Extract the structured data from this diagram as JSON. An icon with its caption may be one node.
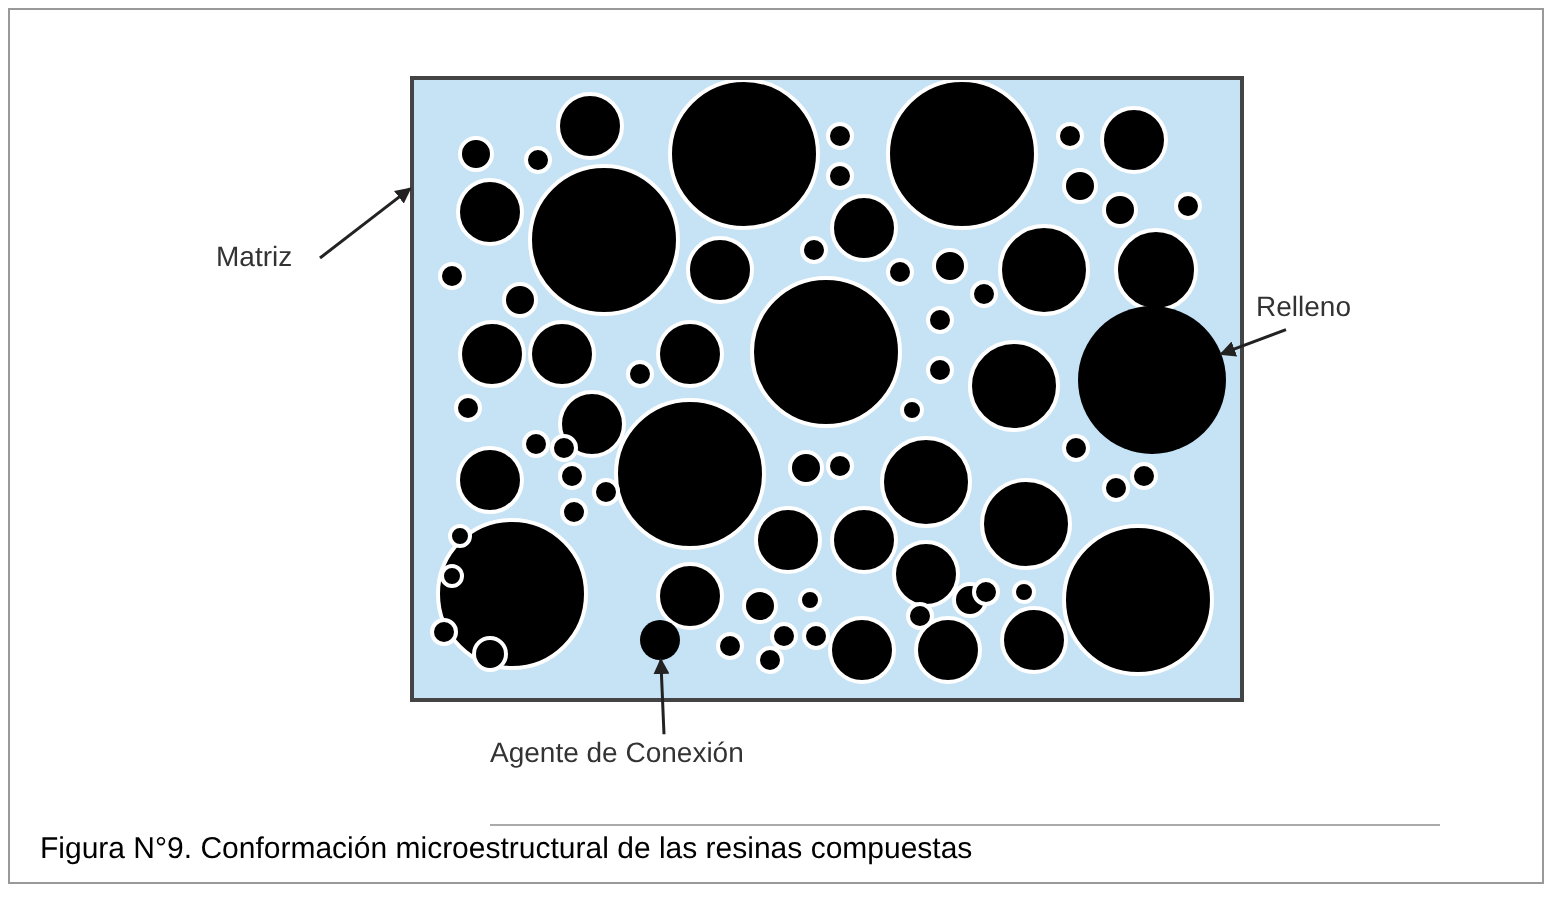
{
  "diagram": {
    "caption": "Figura N°9.  Conformación microestructural de las resinas compuestas",
    "nodes": [
      {
        "text": [
          "Matriz"
        ]
      },
      {
        "text": [
          "Relleno"
        ]
      },
      {
        "text": [
          "Agente de Conexión"
        ]
      },
      {
        "text": [],
        "shape": "box"
      },
      {
        "text": [],
        "shape": "circle",
        "in": 3
      },
      {
        "text": [],
        "shape": "circle",
        "in": 3
      }
    ],
    "edges": [
      {
        "from": 0,
        "to": 3,
        "arrow": "to"
      },
      {
        "from": 1,
        "to": 4,
        "arrow": "to"
      },
      {
        "from": 2,
        "to": 5,
        "arrow": "to"
      }
    ]
  }
}
